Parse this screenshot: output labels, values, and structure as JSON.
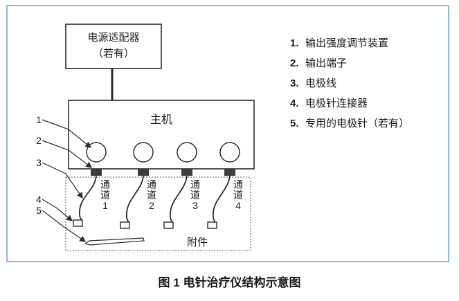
{
  "figure": {
    "power_adapter": {
      "line1": "电源适配器",
      "line2": "（若有）"
    },
    "main_unit": "主机",
    "channels": [
      {
        "label": "通道1"
      },
      {
        "label": "通道2"
      },
      {
        "label": "通道3"
      },
      {
        "label": "通道4"
      }
    ],
    "accessories": "附件",
    "callouts": [
      "1",
      "2",
      "3",
      "4",
      "5"
    ]
  },
  "legend": [
    {
      "num": "1.",
      "text": "输出强度调节装置"
    },
    {
      "num": "2.",
      "text": "输出端子"
    },
    {
      "num": "3.",
      "text": "电极线"
    },
    {
      "num": "4.",
      "text": "电极针连接器"
    },
    {
      "num": "5.",
      "text": "专用的电极针（若有）"
    }
  ],
  "caption": "图 1 电针治疗仪结构示意图",
  "colors": {
    "frame_border": "#8eb4e3",
    "diagram_line": "#2b2b2b",
    "terminal_fill": "#3d3d3d"
  }
}
